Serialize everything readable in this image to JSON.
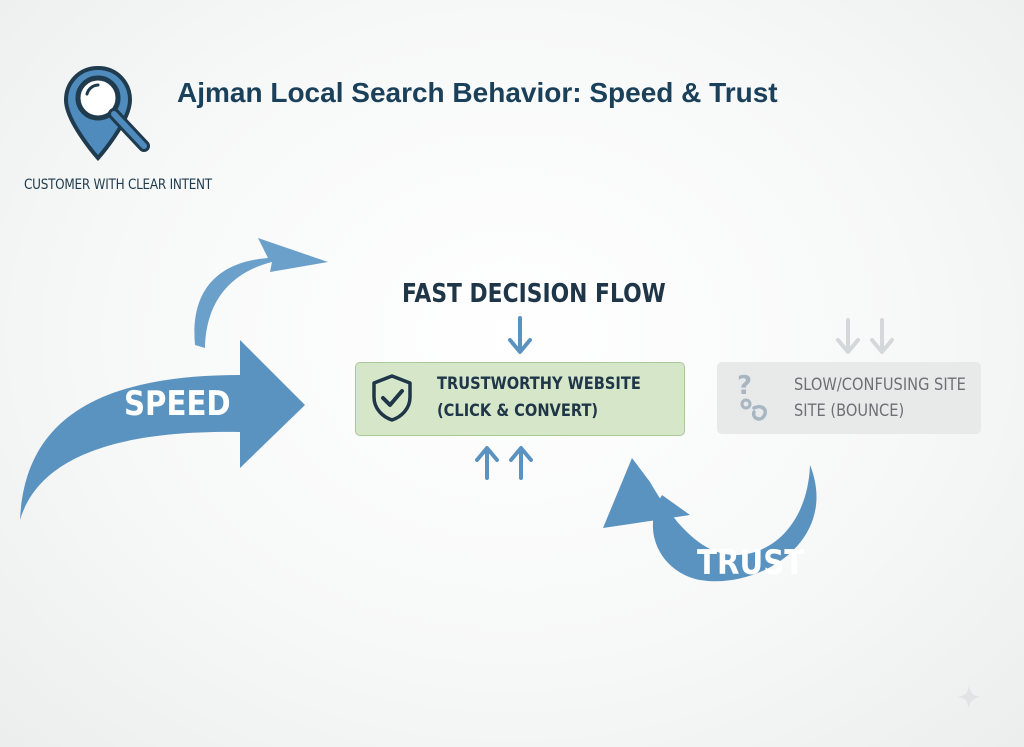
{
  "header": {
    "title": "Ajman Local Search Behavior: Speed & Trust",
    "subtitle": "CUSTOMER WITH CLEAR INTENT",
    "icon": "location-search-icon"
  },
  "flow": {
    "label": "FAST DECISION FLOW",
    "speed_label": "SPEED",
    "trust_label": "TRUST"
  },
  "outcomes": {
    "good": {
      "line1": "TRUSTWORTHY WEBSITE",
      "line2": "(CLICK & CONVERT)",
      "icon": "shield-check-icon"
    },
    "bad": {
      "line1": "SLOW/CONFUSING SITE",
      "line2": "SITE  (BOUNCE)",
      "icon": "question-broken-link-icon"
    }
  },
  "colors": {
    "arrow_blue": "#5b93c0",
    "title_navy": "#1b4059",
    "success_green": "#d6e6c8",
    "muted_gray": "#e8e9e9"
  }
}
